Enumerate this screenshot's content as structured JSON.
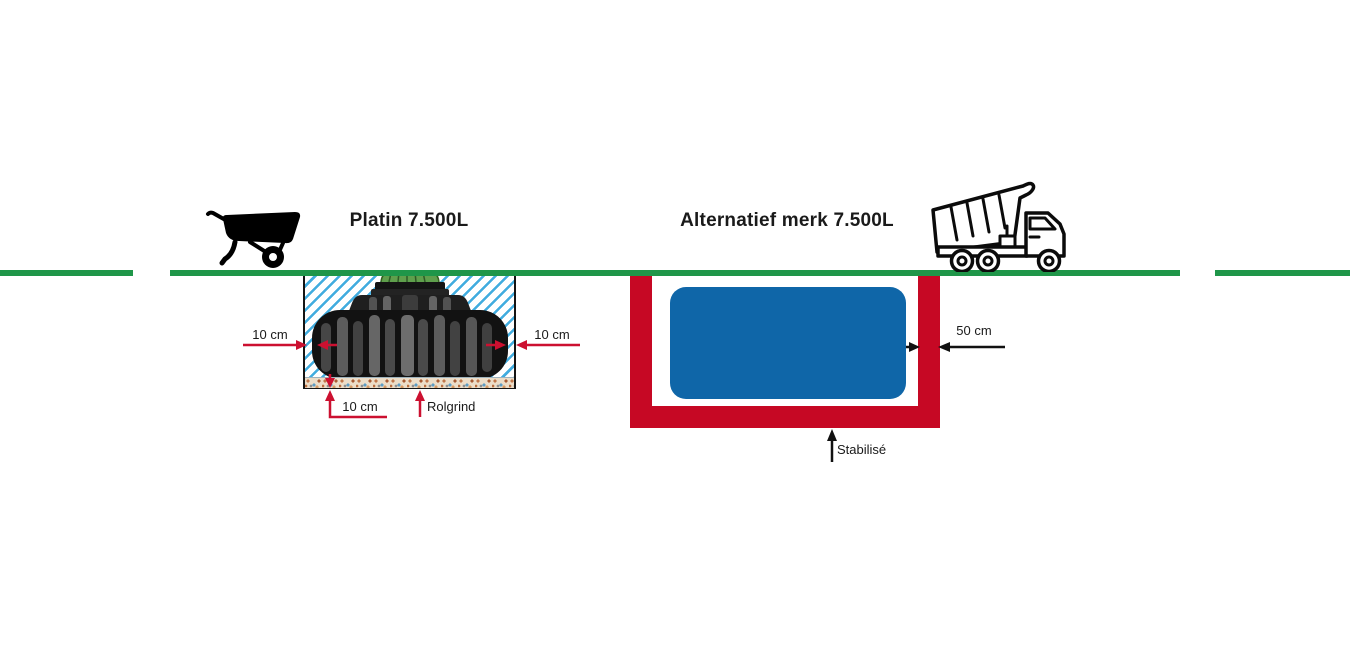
{
  "left_diagram": {
    "title": "Platin 7.500L",
    "icon": "wheelbarrow-icon",
    "dim_left": "10 cm",
    "dim_right": "10 cm",
    "dim_bottom": "10 cm",
    "gravel_label": "Rolgrind"
  },
  "right_diagram": {
    "title": "Alternatief merk 7.500L",
    "icon": "dump-truck-icon",
    "wall_dim": "50 cm",
    "base_label": "Stabilisé"
  },
  "colors": {
    "ground_green": "#1f9649",
    "dimension_red": "#cc1030",
    "concrete_red": "#c60824",
    "tank_blue": "#0f66a8",
    "hatch_blue": "#41acdf",
    "text": "#1a1a1a"
  }
}
